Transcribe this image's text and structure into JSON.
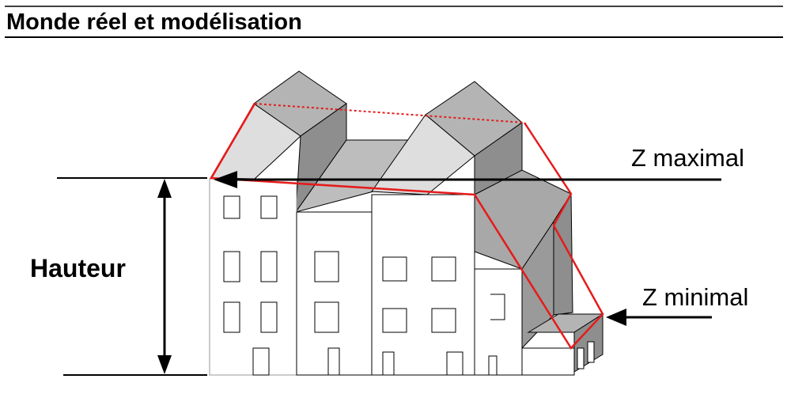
{
  "header": {
    "title": "Monde réel et modélisation"
  },
  "diagram": {
    "labels": {
      "z_max": "Z maximal",
      "z_min": "Z minimal",
      "height": "Hauteur"
    },
    "colors": {
      "outline": "#e51b1b",
      "roof_light": "#d9d9d9",
      "roof_mid": "#b4b4b4",
      "roof_dark": "#8e8e8e",
      "wall": "#ffffff",
      "lines": "#000000"
    }
  }
}
